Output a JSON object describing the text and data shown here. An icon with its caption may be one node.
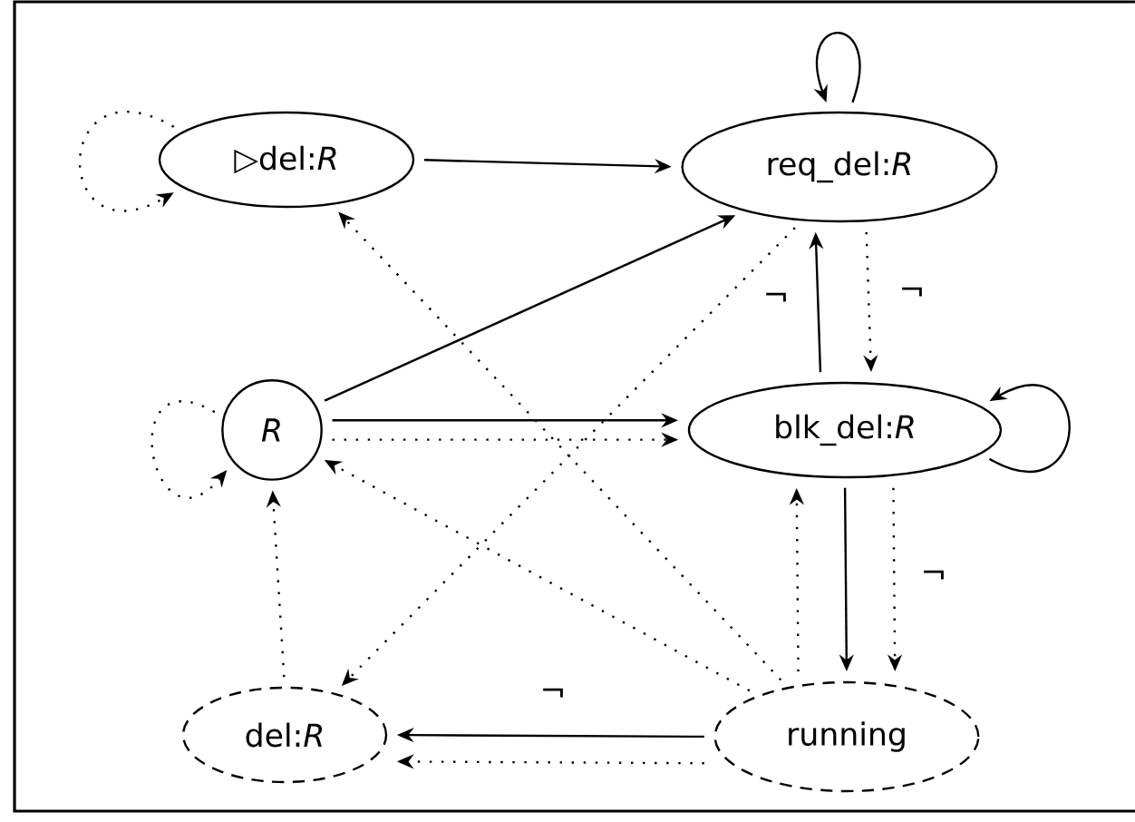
{
  "diagram": {
    "nodes": [
      {
        "text": [
          "▷del:*R*"
        ]
      },
      {
        "text": [
          "req_del:*R*"
        ]
      },
      {
        "text": [
          "*R*"
        ]
      },
      {
        "text": [
          "blk_del:*R*"
        ]
      },
      {
        "text": [
          "del:*R*"
        ]
      },
      {
        "text": [
          "running"
        ]
      }
    ],
    "edges": [
      {
        "from": 0,
        "to": 0,
        "arrow": "to",
        "style": "dashed"
      },
      {
        "from": 0,
        "to": 1,
        "arrow": "to"
      },
      {
        "from": 1,
        "to": 1,
        "arrow": "to"
      },
      {
        "from": 2,
        "to": 1,
        "arrow": "to"
      },
      {
        "from": 1,
        "to": 4,
        "arrow": "to",
        "style": "dashed"
      },
      {
        "from": 5,
        "to": 0,
        "arrow": "to",
        "style": "dashed"
      },
      {
        "from": 3,
        "to": 1,
        "arrow": "to",
        "label": "¬"
      },
      {
        "from": 1,
        "to": 3,
        "arrow": "to",
        "style": "dashed",
        "label": "¬"
      },
      {
        "from": 3,
        "to": 3,
        "arrow": "to"
      },
      {
        "from": 2,
        "to": 3,
        "arrow": "to"
      },
      {
        "from": 2,
        "to": 3,
        "arrow": "to",
        "style": "dashed"
      },
      {
        "from": 2,
        "to": 2,
        "arrow": "to",
        "style": "dashed"
      },
      {
        "from": 4,
        "to": 2,
        "arrow": "to",
        "style": "dashed"
      },
      {
        "from": 5,
        "to": 2,
        "arrow": "to",
        "style": "dashed"
      },
      {
        "from": 5,
        "to": 3,
        "arrow": "to",
        "style": "dashed"
      },
      {
        "from": 3,
        "to": 5,
        "arrow": "to"
      },
      {
        "from": 3,
        "to": 5,
        "arrow": "to",
        "style": "dashed",
        "label": "¬"
      },
      {
        "from": 5,
        "to": 4,
        "arrow": "to",
        "label": "¬"
      },
      {
        "from": 5,
        "to": 4,
        "arrow": "to",
        "style": "dashed"
      }
    ]
  }
}
